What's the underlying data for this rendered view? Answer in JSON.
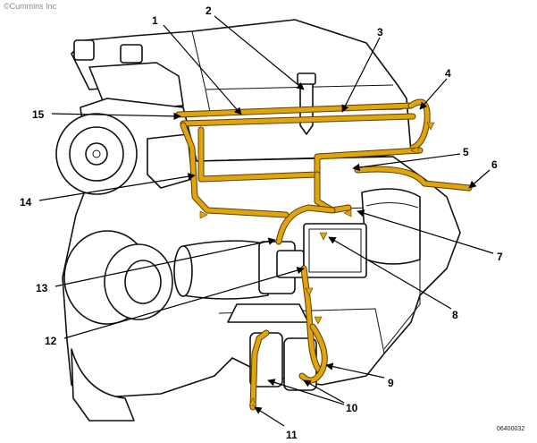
{
  "copyright": "©Cummins Inc",
  "figure_code": "06400032",
  "callouts": [
    {
      "id": "1",
      "label": "1"
    },
    {
      "id": "2",
      "label": "2"
    },
    {
      "id": "3",
      "label": "3"
    },
    {
      "id": "4",
      "label": "4"
    },
    {
      "id": "5",
      "label": "5"
    },
    {
      "id": "6",
      "label": "6"
    },
    {
      "id": "7",
      "label": "7"
    },
    {
      "id": "8",
      "label": "8"
    },
    {
      "id": "9",
      "label": "9"
    },
    {
      "id": "10",
      "label": "10"
    },
    {
      "id": "11",
      "label": "11"
    },
    {
      "id": "12",
      "label": "12"
    },
    {
      "id": "13",
      "label": "13"
    },
    {
      "id": "14",
      "label": "14"
    },
    {
      "id": "15",
      "label": "15"
    }
  ],
  "colors": {
    "fuel_line": "#e0a50c",
    "outline": "#111111",
    "background": "#ffffff"
  }
}
